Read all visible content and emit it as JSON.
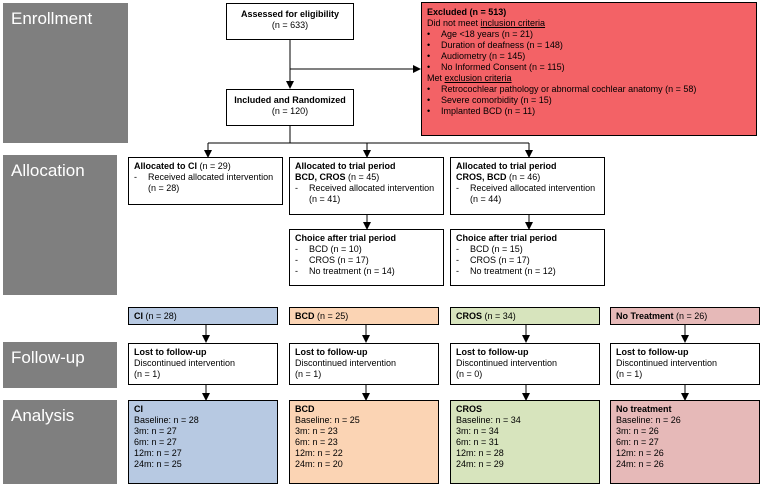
{
  "stages": {
    "enrollment": "Enrollment",
    "allocation": "Allocation",
    "followup": "Follow-up",
    "analysis": "Analysis"
  },
  "eligibility": {
    "title": "Assessed for eligibility",
    "n": "(n = 633)"
  },
  "randomized": {
    "title": "Included and Randomized",
    "n": "(n = 120)"
  },
  "excluded": {
    "title": "Excluded (n = 513)",
    "inclusion_head_pre": "Did not meet ",
    "inclusion_head_ul": "inclusion criteria",
    "inclusion_items": [
      "Age <18 years (n = 21)",
      "Duration of deafness (n = 148)",
      "Audiometry (n = 145)",
      "No Informed Consent (n = 115)"
    ],
    "exclusion_head_pre": "Met ",
    "exclusion_head_ul": "exclusion criteria",
    "exclusion_items": [
      "Retrocochlear pathology or abnormal cochlear anatomy (n = 58)",
      "Severe comorbidity (n = 15)",
      "Implanted BCD (n = 11)"
    ]
  },
  "alloc_ci": {
    "title": "Allocated to CI",
    "n": " (n = 29)",
    "items": [
      "Received allocated intervention (n = 28)"
    ]
  },
  "alloc_bcd_cros": {
    "title1": "Allocated to trial period",
    "title2": "BCD, CROS",
    "n": " (n = 45)",
    "items": [
      "Received allocated intervention (n = 41)"
    ]
  },
  "alloc_cros_bcd": {
    "title1": "Allocated to trial period",
    "title2": "CROS, BCD",
    "n": " (n = 46)",
    "items": [
      "Received allocated intervention (n = 44)"
    ]
  },
  "choice1": {
    "title": "Choice after trial period",
    "items": [
      "BCD (n = 10)",
      "CROS (n = 17)",
      "No treatment (n = 14)"
    ]
  },
  "choice2": {
    "title": "Choice after trial period",
    "items": [
      "BCD (n = 15)",
      "CROS (n = 17)",
      "No treatment (n = 12)"
    ]
  },
  "groups": [
    {
      "label": "CI",
      "n": " (n = 28)"
    },
    {
      "label": "BCD",
      "n": " (n = 25)"
    },
    {
      "label": "CROS",
      "n": " (n = 34)"
    },
    {
      "label": "No Treatment",
      "n": " (n = 26)"
    }
  ],
  "followup": [
    {
      "title": "Lost to follow-up",
      "text": "Discontinued intervention",
      "n": "(n = 1)"
    },
    {
      "title": "Lost to follow-up",
      "text": "Discontinued intervention",
      "n": "(n = 1)"
    },
    {
      "title": "Lost to follow-up",
      "text": "Discontinued intervention",
      "n": "(n = 0)"
    },
    {
      "title": "Lost to follow-up",
      "text": "Discontinued intervention",
      "n": "(n = 1)"
    }
  ],
  "analysis": [
    {
      "title": "CI",
      "rows": [
        "Baseline: n = 28",
        "3m: n = 27",
        "6m: n = 27",
        "12m: n = 27",
        "24m: n = 25"
      ]
    },
    {
      "title": "BCD",
      "rows": [
        "Baseline: n = 25",
        "3m: n = 23",
        "6m: n = 23",
        "12m: n = 22",
        "24m: n = 20"
      ]
    },
    {
      "title": "CROS",
      "rows": [
        "Baseline: n = 34",
        "3m: n = 34",
        "6m: n = 31",
        "12m: n = 28",
        "24m: n = 29"
      ]
    },
    {
      "title": "No treatment",
      "rows": [
        "Baseline: n = 26",
        "3m: n = 26",
        "6m: n = 27",
        "12m: n = 26",
        "24m: n = 26"
      ]
    }
  ],
  "markers": {
    "dash": "-",
    "bullet": "•"
  }
}
